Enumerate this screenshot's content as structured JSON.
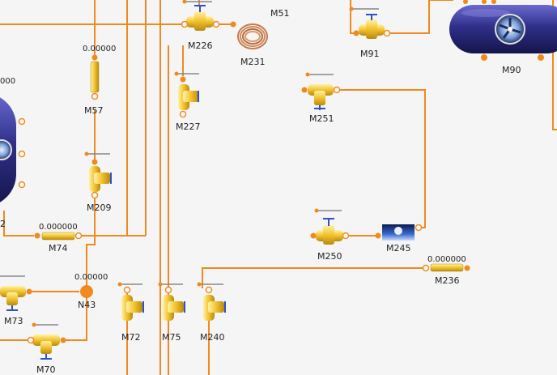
{
  "colors": {
    "pipe": "#f08a1e",
    "valve_body": "#f2c22c",
    "valve_handle": "#3050c8",
    "tank": "#2a2a78",
    "background": "#f5f5f5"
  },
  "labels": {
    "M51": "M51",
    "M226": "M226",
    "M231": "M231",
    "M91": "M91",
    "M90": "M90",
    "M57": "M57",
    "M227": "M227",
    "M251": "M251",
    "M209": "M209",
    "M74": "M74",
    "M250": "M250",
    "M245": "M245",
    "M236": "M236",
    "N43": "N43",
    "M73": "M73",
    "M72": "M72",
    "M75": "M75",
    "M240": "M240",
    "M70": "M70",
    "M52_partial": "2"
  },
  "values": {
    "M57": "0.00000",
    "M74": "0.000000",
    "M236": "0.000000",
    "N43": "0.00000",
    "left_tank_partial": "000"
  },
  "icons": {
    "valve": "gate-valve-icon",
    "coil": "copper-coil-icon",
    "fan": "fan-icon",
    "tank": "tank-icon",
    "node": "junction-node-icon",
    "pipe_segment": "pipe-segment-icon"
  }
}
